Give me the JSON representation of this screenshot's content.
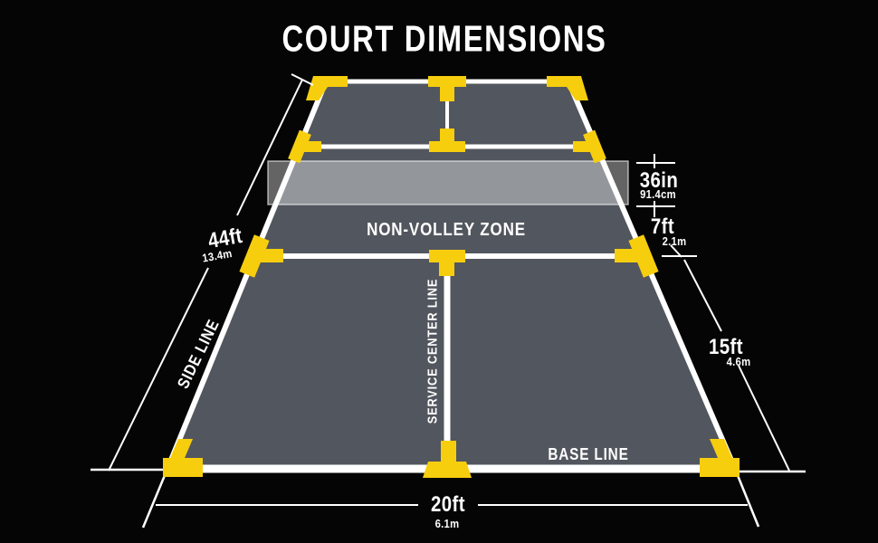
{
  "title": "COURT DIMENSIONS",
  "labels": {
    "non_volley_zone": "NON-VOLLEY ZONE",
    "service_center_line": "SERVICE CENTER LINE",
    "side_line": "SIDE LINE",
    "base_line": "BASE LINE"
  },
  "dimensions": {
    "court_length": {
      "imperial": "44ft",
      "metric": "13.4m"
    },
    "net_width": {
      "imperial": "36in",
      "metric": "91.4cm"
    },
    "non_volley_depth": {
      "imperial": "7ft",
      "metric": "2.1m"
    },
    "service_court_depth": {
      "imperial": "15ft",
      "metric": "4.6m"
    },
    "court_width": {
      "imperial": "20ft",
      "metric": "6.1m"
    }
  },
  "colors": {
    "background": "#050505",
    "court_surface": "#52565e",
    "court_lines": "#ffffff",
    "marker_yellow": "#f7ce0e",
    "net_overlay": "rgba(255,255,255,0.38)"
  }
}
